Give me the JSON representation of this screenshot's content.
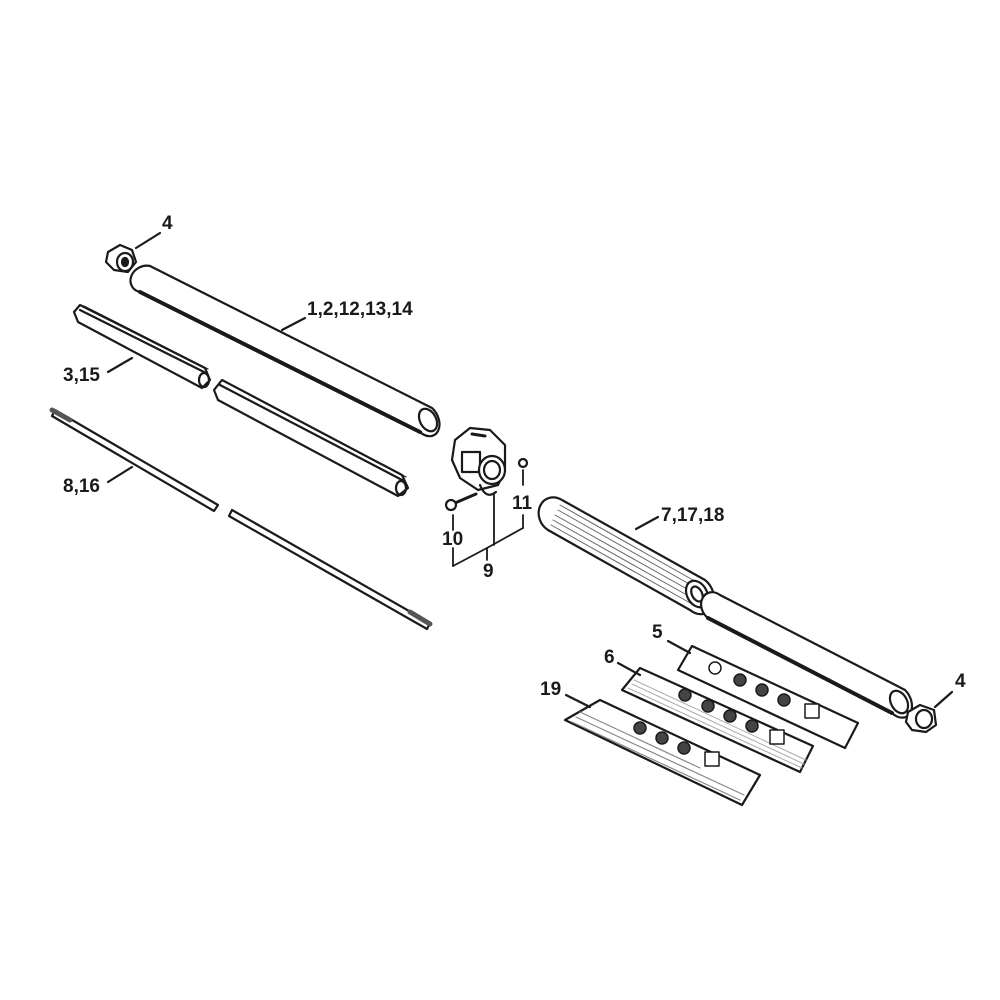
{
  "diagram": {
    "type": "exploded parts diagram",
    "subject": "drive tube assembly",
    "colors": {
      "line": "#1a1a1a",
      "background": "#ffffff",
      "hatch": "#9a9a9a"
    },
    "parts": [
      {
        "id": "bushing-top",
        "label": "4",
        "description": "bushing / end cap (upper left)"
      },
      {
        "id": "drive-tube",
        "label": "1,2,12,13,14",
        "description": "drive tube"
      },
      {
        "id": "liner",
        "label": "3,15",
        "description": "liner (two pieces)"
      },
      {
        "id": "drive-shaft",
        "label": "8,16",
        "description": "drive shaft (two pieces)"
      },
      {
        "id": "clamp",
        "label": "9",
        "description": "handle clamp assembly"
      },
      {
        "id": "screw",
        "label": "10",
        "description": "screw"
      },
      {
        "id": "nut",
        "label": "11",
        "description": "nut"
      },
      {
        "id": "grip-hose",
        "label": "7,17,18",
        "description": "ribbed grip hose"
      },
      {
        "id": "label-5",
        "label": "5",
        "description": "pictogram label"
      },
      {
        "id": "label-6",
        "label": "6",
        "description": "pictogram label"
      },
      {
        "id": "label-19",
        "label": "19",
        "description": "pictogram label"
      },
      {
        "id": "bushing-bottom",
        "label": "4",
        "description": "bushing / end cap (lower right)"
      }
    ]
  }
}
